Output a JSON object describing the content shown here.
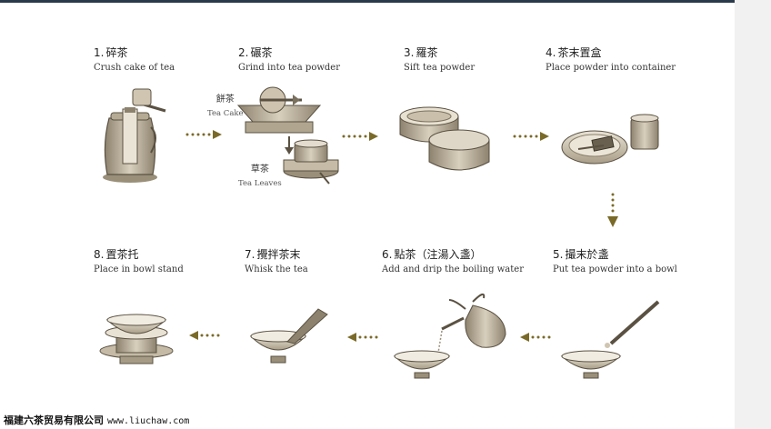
{
  "steps": [
    {
      "num": "1.",
      "cn": "碎茶",
      "en": "Crush cake of tea"
    },
    {
      "num": "2.",
      "cn": "碾茶",
      "en": "Grind into tea powder"
    },
    {
      "num": "3.",
      "cn": "羅茶",
      "en": "Sift tea powder"
    },
    {
      "num": "4.",
      "cn": "茶末置盒",
      "en": "Place powder into container"
    },
    {
      "num": "5.",
      "cn": "撮末於盞",
      "en": "Put tea powder into a bowl"
    },
    {
      "num": "6.",
      "cn": "點茶（注湯入盞）",
      "en": "Add and drip the boiling water"
    },
    {
      "num": "7.",
      "cn": "攪拌茶末",
      "en": "Whisk the tea"
    },
    {
      "num": "8.",
      "cn": "置茶托",
      "en": "Place in bowl stand"
    }
  ],
  "sublabels": {
    "cake_cn": "餅茶",
    "cake_en": "Tea Cake",
    "leaves_cn": "草茶",
    "leaves_en": "Tea Leaves"
  },
  "watermark": {
    "company": "福建六茶贸易有限公司",
    "url": "www.liuchaw.com"
  },
  "colors": {
    "arrow": "#7a6a28",
    "ink": "#3a3328",
    "sepia": "#b8ab94",
    "sepia_light": "#dcd3c2"
  }
}
